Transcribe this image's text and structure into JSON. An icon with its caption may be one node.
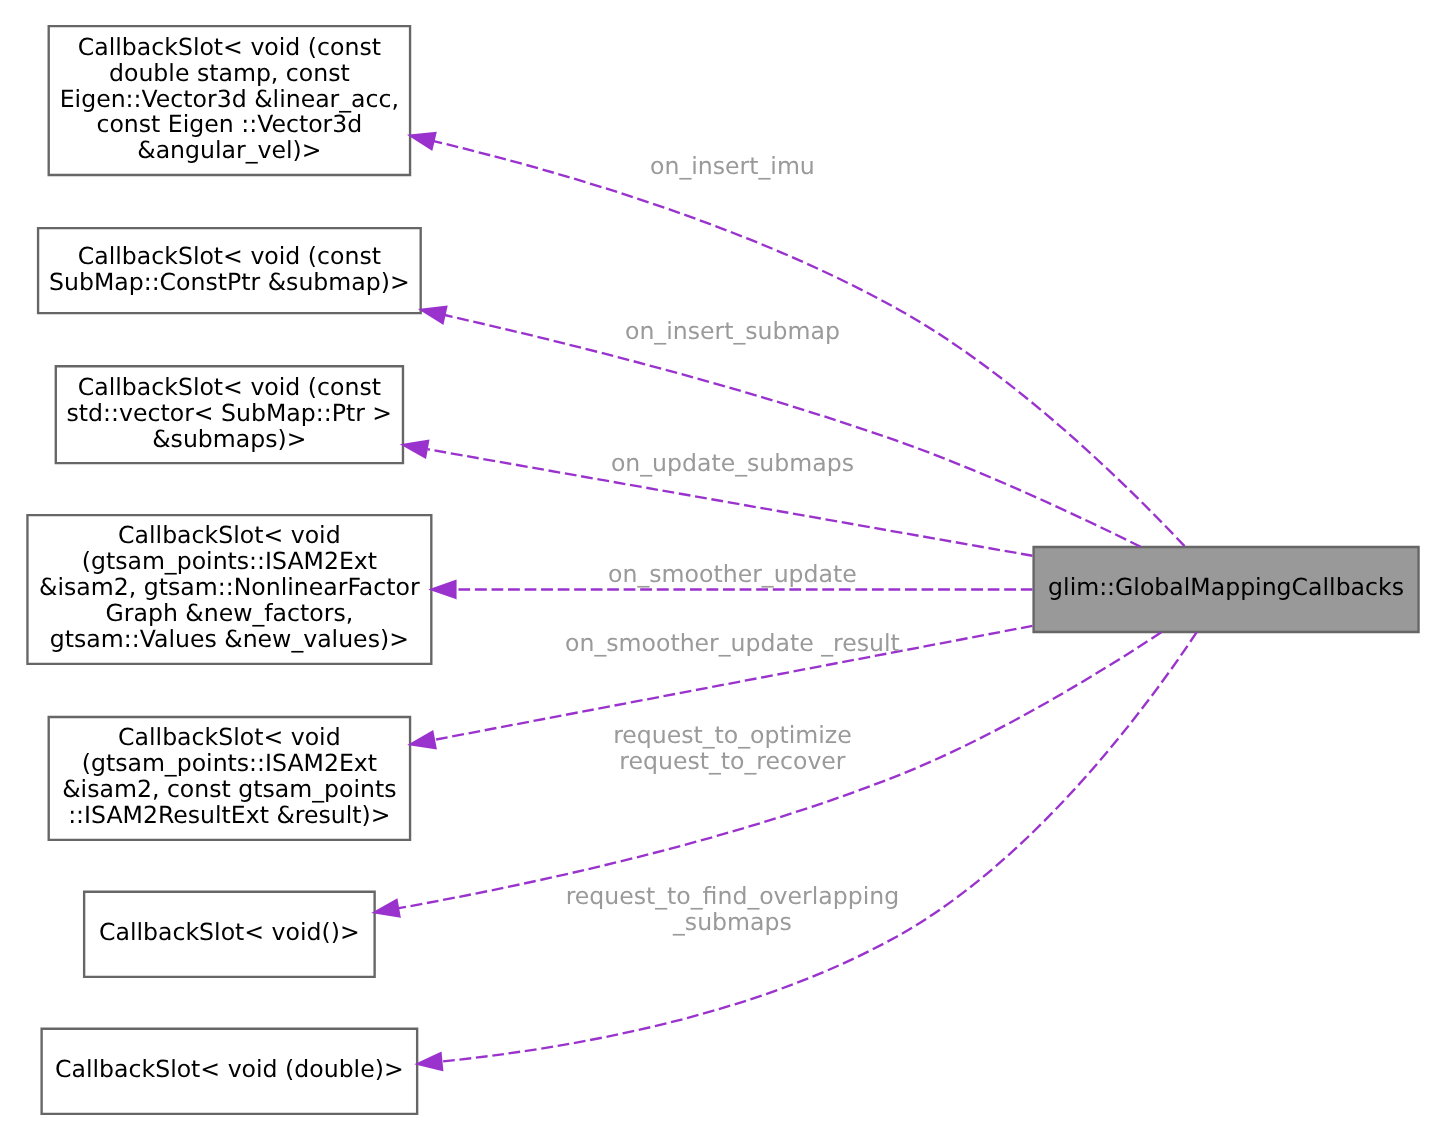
{
  "diagram": {
    "nodes": [
      {
        "text": [
          "CallbackSlot< void (const double stamp, const Eigen::Vector3d &linear_acc, const Eigen ::Vector3d &angular_vel)>"
        ]
      },
      {
        "text": [
          "CallbackSlot< void (const SubMap::ConstPtr &submap)>"
        ]
      },
      {
        "text": [
          "CallbackSlot< void (const std::vector< SubMap::Ptr > &submaps)>"
        ]
      },
      {
        "text": [
          "CallbackSlot< void (gtsam_points::ISAM2Ext &isam2, gtsam::NonlinearFactor Graph &new_factors, gtsam::Values &new_values)>"
        ]
      },
      {
        "text": [
          "CallbackSlot< void (gtsam_points::ISAM2Ext &isam2, const gtsam_points ::ISAM2ResultExt &result)>"
        ]
      },
      {
        "text": [
          "CallbackSlot< void()>"
        ]
      },
      {
        "text": [
          "CallbackSlot< void (double)>"
        ]
      },
      {
        "text": [
          "glim::GlobalMappingCallbacks"
        ]
      }
    ],
    "edges": [
      {
        "from": 7,
        "to": 0,
        "arrow": "to",
        "style": "dashed",
        "label": "on_insert_imu"
      },
      {
        "from": 7,
        "to": 1,
        "arrow": "to",
        "style": "dashed",
        "label": "on_insert_submap"
      },
      {
        "from": 7,
        "to": 2,
        "arrow": "to",
        "style": "dashed",
        "label": "on_update_submaps"
      },
      {
        "from": 7,
        "to": 3,
        "arrow": "to",
        "style": "dashed",
        "label": "on_smoother_update"
      },
      {
        "from": 7,
        "to": 4,
        "arrow": "to",
        "style": "dashed",
        "label": "on_smoother_update _result"
      },
      {
        "from": 7,
        "to": 5,
        "arrow": "to",
        "style": "dashed",
        "label": "request_to_optimize request_to_recover"
      },
      {
        "from": 7,
        "to": 6,
        "arrow": "to",
        "style": "dashed",
        "label": "request_to_find_overlapping _submaps"
      }
    ]
  }
}
